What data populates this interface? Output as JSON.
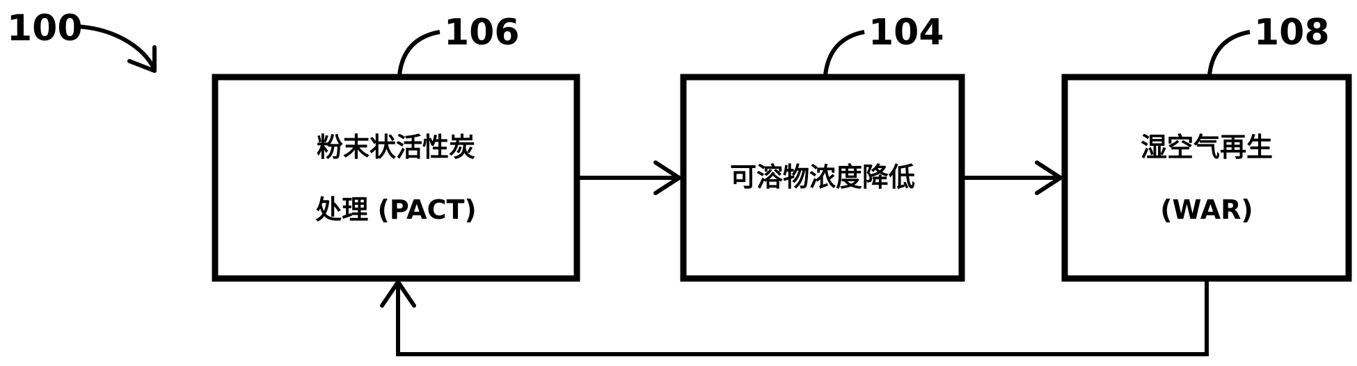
{
  "figure_label": "100",
  "boxes": {
    "pact": {
      "ref": "106",
      "line1": "粉末状活性炭",
      "line2": "处理 (PACT)"
    },
    "reduction": {
      "ref": "104",
      "line1": "可溶物浓度降低"
    },
    "war": {
      "ref": "108",
      "line1": "湿空气再生",
      "line2": "(WAR)"
    }
  },
  "colors": {
    "stroke": "#000000",
    "background": "#ffffff"
  }
}
